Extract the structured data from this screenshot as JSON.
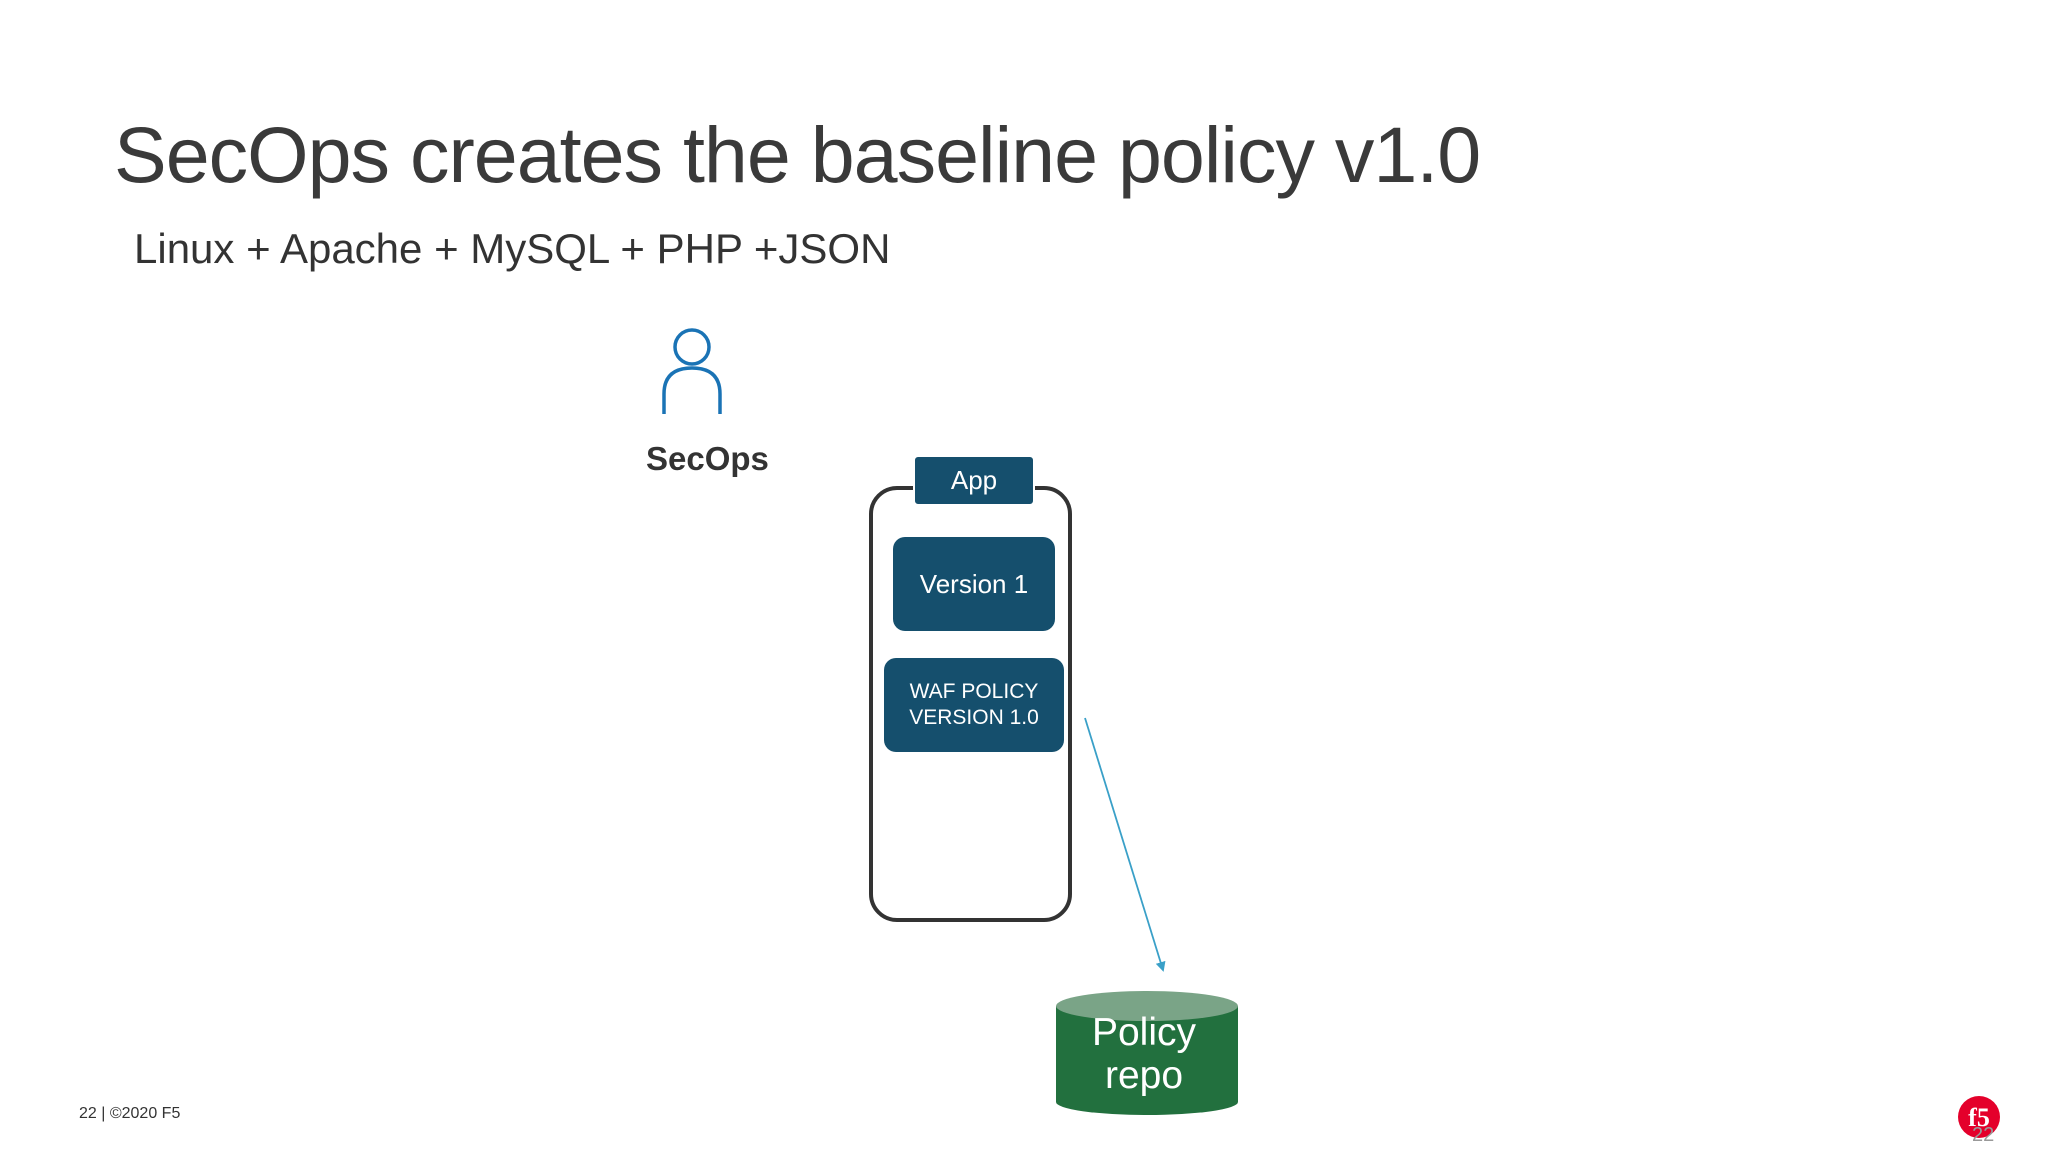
{
  "slide": {
    "title": "SecOps creates the baseline policy v1.0",
    "subtitle": "Linux + Apache + MySQL + PHP +JSON"
  },
  "diagram": {
    "actor": {
      "label": "SecOps",
      "icon": "person-icon",
      "color": "#1a73b5"
    },
    "app": {
      "tab_label": "App",
      "version_label": "Version 1",
      "policy_line1": "WAF POLICY",
      "policy_line2": "VERSION 1.0",
      "box_color": "#154f6d"
    },
    "repo": {
      "line1": "Policy",
      "line2": "repo",
      "color": "#22703e",
      "top_color": "#7aa487",
      "icon": "database-cylinder-icon"
    },
    "arrow_color": "#3aa0c8"
  },
  "footer": {
    "copyright": "22 | ©2020 F5",
    "page_number": "22",
    "logo_text": "f5",
    "logo_color": "#e4002b"
  }
}
